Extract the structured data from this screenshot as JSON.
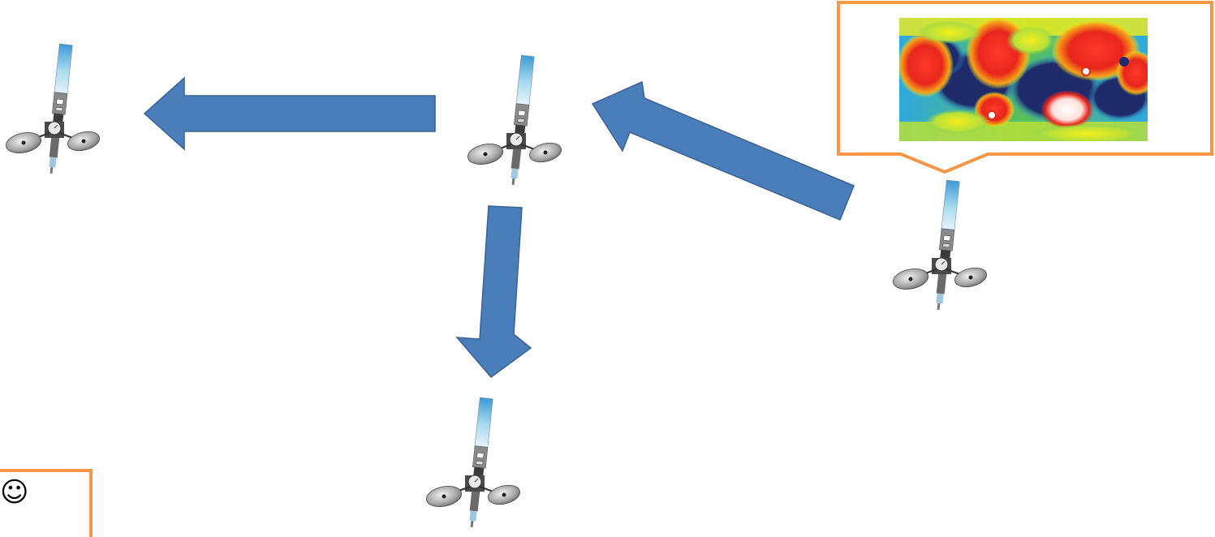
{
  "colors": {
    "arrow_fill": "#4a7ebb",
    "arrow_stroke": "#3a6292",
    "callout_border": "#f79646",
    "map_low": "#1f2a6b",
    "map_mid": "#2fa8e0",
    "map_green": "#7fd44a",
    "map_yellow": "#f3ef1a",
    "map_high": "#e8261c"
  },
  "nodes": [
    {
      "id": "satellite-left",
      "icon": "satellite-icon"
    },
    {
      "id": "satellite-center",
      "icon": "satellite-icon"
    },
    {
      "id": "satellite-right",
      "icon": "satellite-icon"
    },
    {
      "id": "satellite-bottom",
      "icon": "satellite-icon"
    }
  ],
  "edges": [
    {
      "from": "satellite-center",
      "to": "satellite-left"
    },
    {
      "from": "satellite-right",
      "to": "satellite-center"
    },
    {
      "from": "satellite-center",
      "to": "satellite-bottom"
    }
  ],
  "callout": {
    "attached_to": "satellite-right",
    "content": "heatmap-image"
  },
  "note": {
    "symbol": "☺"
  }
}
